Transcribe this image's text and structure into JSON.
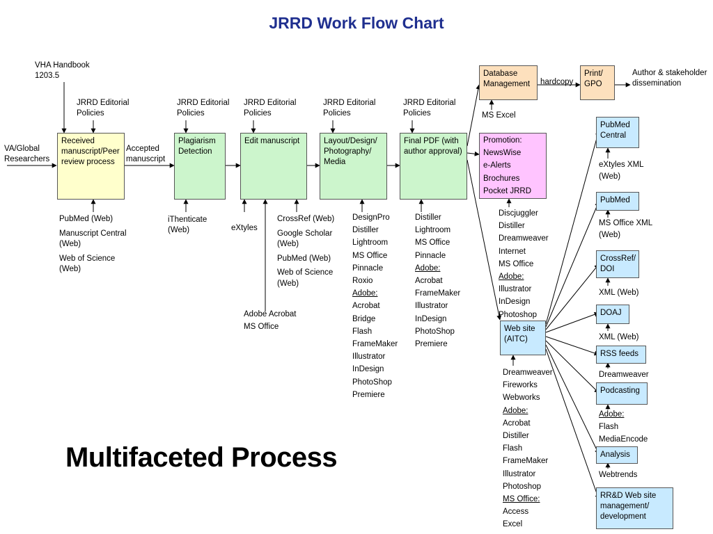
{
  "title": "JRRD Work Flow Chart",
  "subtitle": "Multifaceted Process",
  "inputs": {
    "va_global": "VA/Global Researchers",
    "vha_handbook": "VHA Handbook 1203.5"
  },
  "steps": {
    "received": "Received manuscript/Peer review process",
    "plagiarism": "Plagiarism Detection",
    "edit": "Edit manuscript",
    "layout": "Layout/Design/ Photography/ Media",
    "final_pdf": "Final PDF (with author approval)",
    "database": "Database Management",
    "print": "Print/ GPO",
    "promotion": [
      "Promotion:",
      "NewsWise",
      "e-Alerts",
      "Brochures",
      "Pocket JRRD"
    ],
    "website": "Web site (AITC)"
  },
  "policy_label": "JRRD Editorial Policies",
  "edge_labels": {
    "accepted": "Accepted manuscript",
    "hardcopy": "hardcopy",
    "dissemination": "Author & stakeholder dissemination"
  },
  "tools": {
    "received": [
      "PubMed (Web)",
      "Manuscript Central (Web)",
      "Web of Science (Web)"
    ],
    "plagiarism": "iThenticate (Web)",
    "extyles": "eXtyles",
    "edit_refs": [
      "CrossRef (Web)",
      "Google Scholar (Web)",
      "PubMed (Web)",
      "Web of Science (Web)"
    ],
    "edit_adobe": [
      "Adobe Acrobat",
      "MS Office"
    ],
    "layout": [
      {
        "t": "DesignPro"
      },
      {
        "t": "Distiller"
      },
      {
        "t": "Lightroom"
      },
      {
        "t": "MS Office"
      },
      {
        "t": "Pinnacle"
      },
      {
        "t": "Roxio"
      },
      {
        "t": "Adobe:",
        "u": true
      },
      {
        "t": "Acrobat"
      },
      {
        "t": "Bridge"
      },
      {
        "t": "Flash"
      },
      {
        "t": "FrameMaker"
      },
      {
        "t": "Illustrator"
      },
      {
        "t": "InDesign"
      },
      {
        "t": "PhotoShop"
      },
      {
        "t": "Premiere"
      }
    ],
    "final_pdf": [
      {
        "t": "Distiller"
      },
      {
        "t": "Lightroom"
      },
      {
        "t": "MS Office"
      },
      {
        "t": "Pinnacle"
      },
      {
        "t": "Adobe:",
        "u": true
      },
      {
        "t": "Acrobat"
      },
      {
        "t": "FrameMaker"
      },
      {
        "t": "Illustrator"
      },
      {
        "t": "InDesign"
      },
      {
        "t": "PhotoShop"
      },
      {
        "t": "Premiere"
      }
    ],
    "database": "MS Excel",
    "promotion": [
      {
        "t": "Discjuggler"
      },
      {
        "t": "Distiller"
      },
      {
        "t": "Dreamweaver"
      },
      {
        "t": "Internet"
      },
      {
        "t": "MS Office"
      },
      {
        "t": "Adobe:",
        "u": true
      },
      {
        "t": "Illustrator"
      },
      {
        "t": "InDesign"
      },
      {
        "t": "Photoshop"
      }
    ],
    "website": [
      {
        "t": "Dreamweaver"
      },
      {
        "t": "Fireworks"
      },
      {
        "t": "Webworks"
      },
      {
        "t": "Adobe:",
        "u": true
      },
      {
        "t": "Acrobat"
      },
      {
        "t": "Distiller"
      },
      {
        "t": "Flash"
      },
      {
        "t": "FrameMaker"
      },
      {
        "t": "Illustrator"
      },
      {
        "t": "Photoshop"
      },
      {
        "t": "MS Office:",
        "u": true
      },
      {
        "t": "Access"
      },
      {
        "t": "Excel"
      }
    ]
  },
  "outputs": [
    {
      "label": "PubMed Central",
      "tools": "eXtyles XML (Web)"
    },
    {
      "label": "PubMed",
      "tools": "MS Office XML (Web)"
    },
    {
      "label": "CrossRef/ DOI",
      "tools": "XML (Web)"
    },
    {
      "label": "DOAJ",
      "tools": "XML (Web)"
    },
    {
      "label": "RSS feeds",
      "tools": "Dreamweaver"
    },
    {
      "label": "Podcasting",
      "tools": [
        "Adobe:",
        "Flash",
        "MediaEncode"
      ]
    },
    {
      "label": "Analysis",
      "tools": "Webtrends"
    },
    {
      "label": "RR&D Web site management/ development",
      "tools": ""
    }
  ],
  "colors": {
    "title": "#1f2f8f",
    "yellow": "#ffffcc",
    "green": "#ccf5cc",
    "peach": "#fde0bd",
    "pink": "#ffc4ff",
    "blue": "#c8eaff"
  }
}
